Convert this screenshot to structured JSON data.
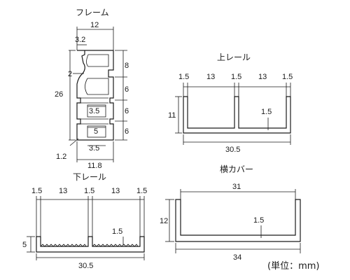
{
  "frame": {
    "title": "フレーム",
    "dims": {
      "top_width": "12",
      "lip": "3.2",
      "wall": "2",
      "height": "26",
      "seg1": "8",
      "seg2": "6",
      "seg3": "6",
      "seg4": "6",
      "inner_a": "3.5",
      "inner_b": "5",
      "inner_c": "3.5",
      "thickness": "1.2",
      "bottom_width": "11.8"
    }
  },
  "upper_rail": {
    "title": "上レール",
    "dims": {
      "t1": "1.5",
      "g1": "13",
      "t2": "1.5",
      "g2": "13",
      "t3": "1.5",
      "height": "11",
      "thickness": "1.5",
      "width": "30.5"
    }
  },
  "lower_rail": {
    "title": "下レール",
    "dims": {
      "t1": "1.5",
      "g1": "13",
      "t2": "1.5",
      "g2": "13",
      "t3": "1.5",
      "height": "5",
      "thickness": "1.5",
      "width": "30.5"
    }
  },
  "side_cover": {
    "title": "横カバー",
    "dims": {
      "inner_width": "31",
      "height": "12",
      "thickness": "1.5",
      "outer_width": "34"
    }
  },
  "unit_label": "(単位：mm)"
}
